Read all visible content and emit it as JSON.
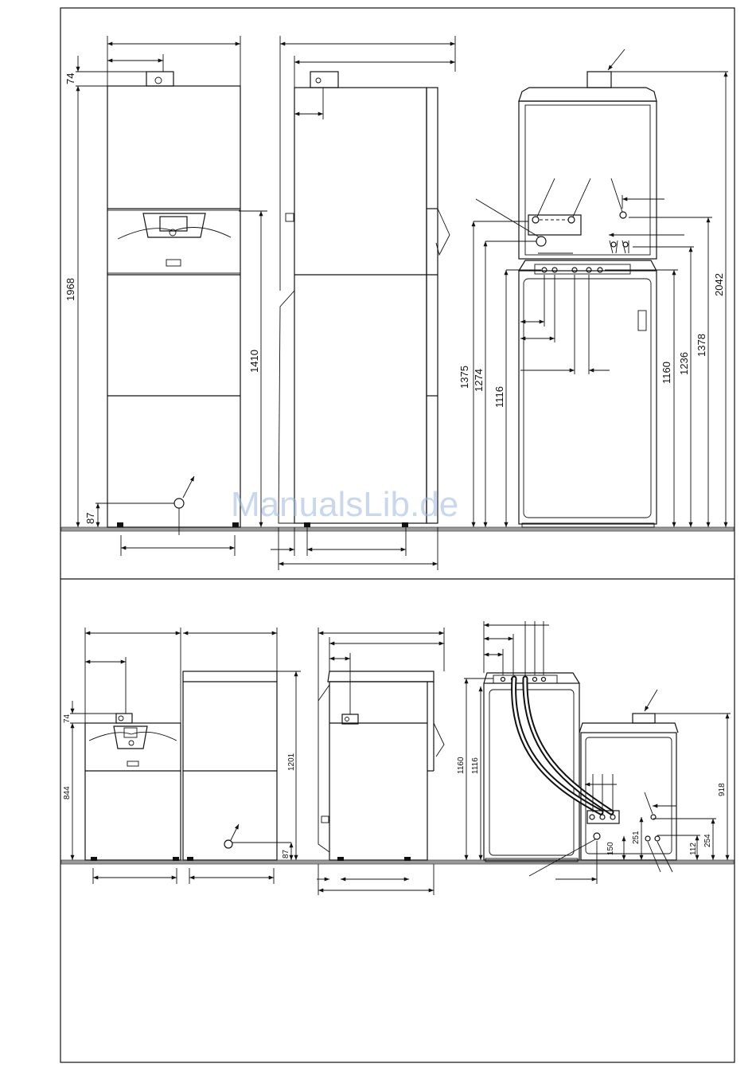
{
  "watermark": "ManualsLib.de",
  "upper_section": {
    "front_view": {
      "dims": {
        "flue_offset": "74",
        "total_height": "1968",
        "return_height": "87"
      }
    },
    "side_view": {
      "dims": {
        "panel_height": "1410"
      }
    },
    "connection_view": {
      "dims": {
        "d1375": "1375",
        "d1274": "1274",
        "d1116": "1116",
        "d1160": "1160",
        "d1236": "1236",
        "d1378": "1378",
        "d2042": "2042"
      }
    }
  },
  "lower_section": {
    "front_view": {
      "dims": {
        "flue_offset": "74",
        "unit_height": "844",
        "cylinder_height": "1201",
        "return_height": "87"
      }
    },
    "connection_view": {
      "dims": {
        "d1160": "1160",
        "d1116": "1116",
        "d918": "918",
        "d254": "254",
        "d112": "112",
        "d251": "251",
        "d150": "150"
      }
    }
  },
  "colors": {
    "line": "#111111",
    "floor": "#999999",
    "watermark": "#9db8e0"
  }
}
